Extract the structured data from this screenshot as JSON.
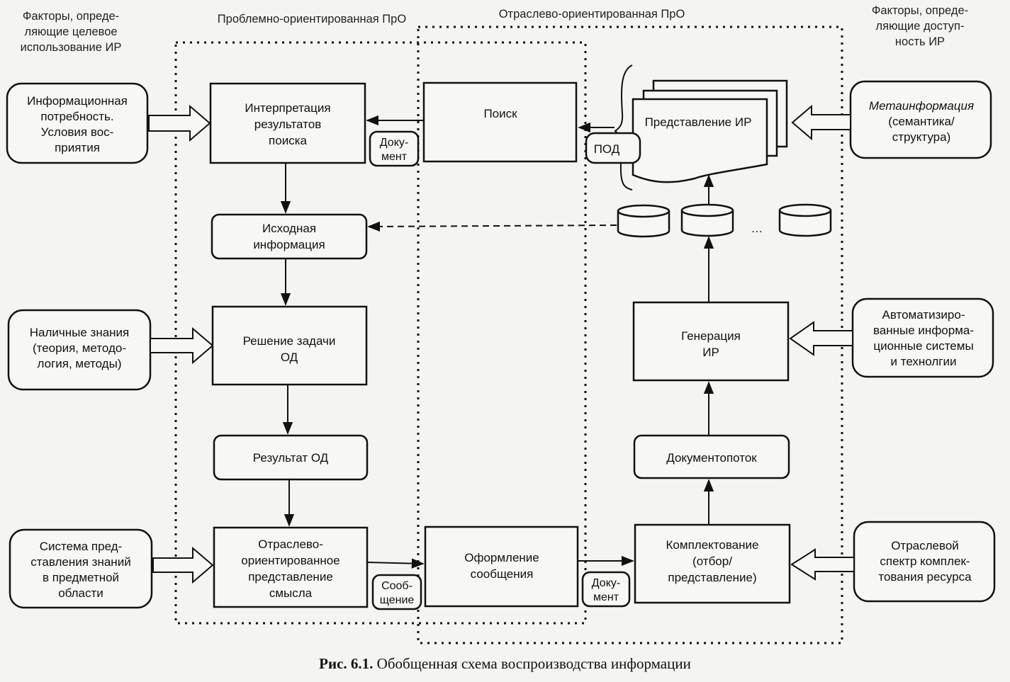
{
  "headers": {
    "left_factors": [
      "Факторы, опреде-",
      "ляющие целевое",
      "использование ИР"
    ],
    "problem_domain": "Проблемно-ориентированная ПрО",
    "industry_domain": "Отраслево-ориентированная ПрО",
    "right_factors": [
      "Факторы, опреде-",
      "ляющие доступ-",
      "ность ИР"
    ]
  },
  "left_factors": [
    {
      "lines": [
        "Информационная",
        "потребность.",
        "Условия вос-",
        "приятия"
      ]
    },
    {
      "lines": [
        "Наличные знания",
        "(теория, методо-",
        "логия, методы)"
      ]
    },
    {
      "lines": [
        "Система пред-",
        "ставления знаний",
        "в предметной",
        "области"
      ]
    }
  ],
  "right_factors": [
    {
      "lines": [
        "Метаинформация",
        "(семантика/",
        "структура)"
      ],
      "first_italic": true
    },
    {
      "lines": [
        "Автоматизиро-",
        "ванные информа-",
        "ционные системы",
        "и технолгии"
      ]
    },
    {
      "lines": [
        "Отраслевой",
        "спектр комплек-",
        "тования ресурса"
      ]
    }
  ],
  "process": {
    "interpretation": [
      "Интерпретация",
      "результатов",
      "поиска"
    ],
    "source_info": [
      "Исходная",
      "информация"
    ],
    "task_solution": [
      "Решение задачи",
      "ОД"
    ],
    "result": [
      "Результат ОД"
    ],
    "representation": [
      "Отраслево-",
      "ориентированное",
      "представление",
      "смысла"
    ],
    "search": [
      "Поиск"
    ],
    "message_design": [
      "Оформление",
      "сообщения"
    ],
    "ir_representation": [
      "Представление ИР"
    ],
    "generation": [
      "Генерация",
      "ИР"
    ],
    "docflow": [
      "Документопоток"
    ],
    "acquisition": [
      "Комплектование",
      "(отбор/",
      "представление)"
    ]
  },
  "tags": {
    "document_top": [
      "Доку-",
      "мент"
    ],
    "pod": [
      "ПОД"
    ],
    "message": [
      "Сооб-",
      "щение"
    ],
    "document_bottom": [
      "Доку-",
      "мент"
    ]
  },
  "ellipsis": "…",
  "caption": {
    "label": "Рис. 6.1.",
    "text": " Обобщенная схема воспроизводства информации"
  }
}
